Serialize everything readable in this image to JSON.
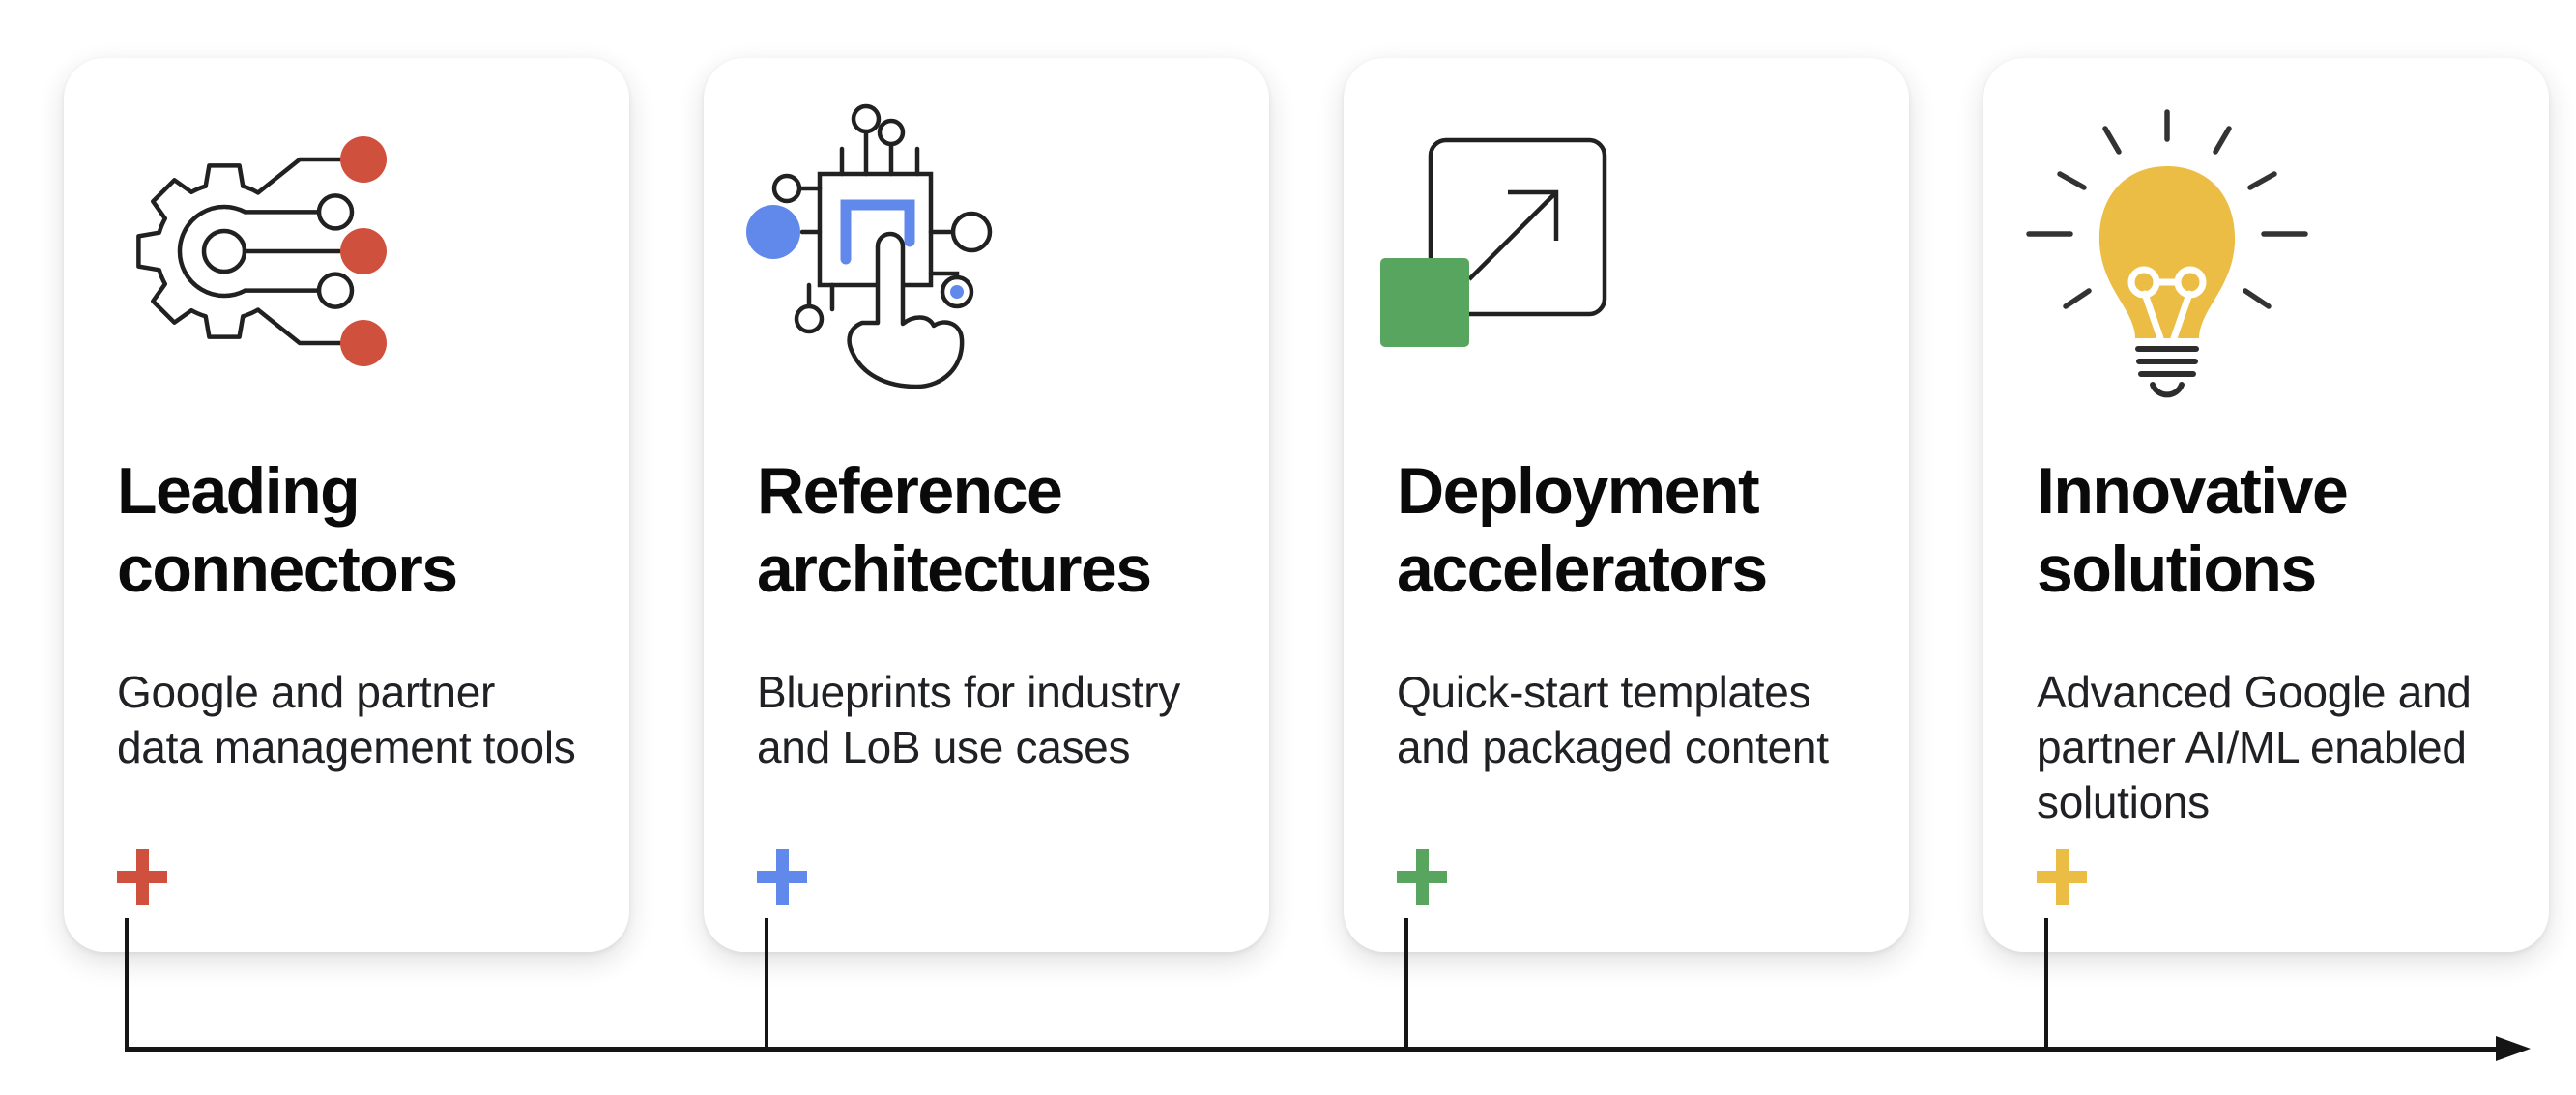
{
  "page": {
    "background": "#FFFFFF",
    "ink_color": "#212121",
    "line_color": "#151515"
  },
  "timeline": {
    "color": "#151515",
    "arrowhead_icon": "arrow-right-icon"
  },
  "cards": [
    {
      "title": "Leading connectors",
      "title_lines": [
        "Leading",
        "connectors"
      ],
      "description": "Google and partner data management tools",
      "description_lines": [
        "Google and partner",
        "data management tools"
      ],
      "accent_color": "#D0503E",
      "icon": "gear-connectors-icon",
      "plus_icon": "plus-icon"
    },
    {
      "title": "Reference architectures",
      "title_lines": [
        "Reference",
        "architectures"
      ],
      "description": "Blueprints for industry and LoB use cases",
      "description_lines": [
        "Blueprints for industry",
        "and LoB use cases"
      ],
      "accent_color": "#6189EC",
      "icon": "chip-touch-icon",
      "plus_icon": "plus-icon"
    },
    {
      "title": "Deployment accelerators",
      "title_lines": [
        "Deployment",
        "accelerators"
      ],
      "description": "Quick-start templates and packaged content",
      "description_lines": [
        "Quick-start templates",
        "and packaged content"
      ],
      "accent_color": "#57A55E",
      "icon": "expand-arrow-icon",
      "plus_icon": "plus-icon"
    },
    {
      "title": "Innovative solutions",
      "title_lines": [
        "Innovative",
        "solutions"
      ],
      "description": "Advanced Google and partner AI/ML enabled solutions",
      "description_lines": [
        "Advanced Google and",
        "partner AI/ML enabled",
        "solutions"
      ],
      "accent_color": "#ECBD45",
      "icon": "lightbulb-icon",
      "plus_icon": "plus-icon"
    }
  ]
}
